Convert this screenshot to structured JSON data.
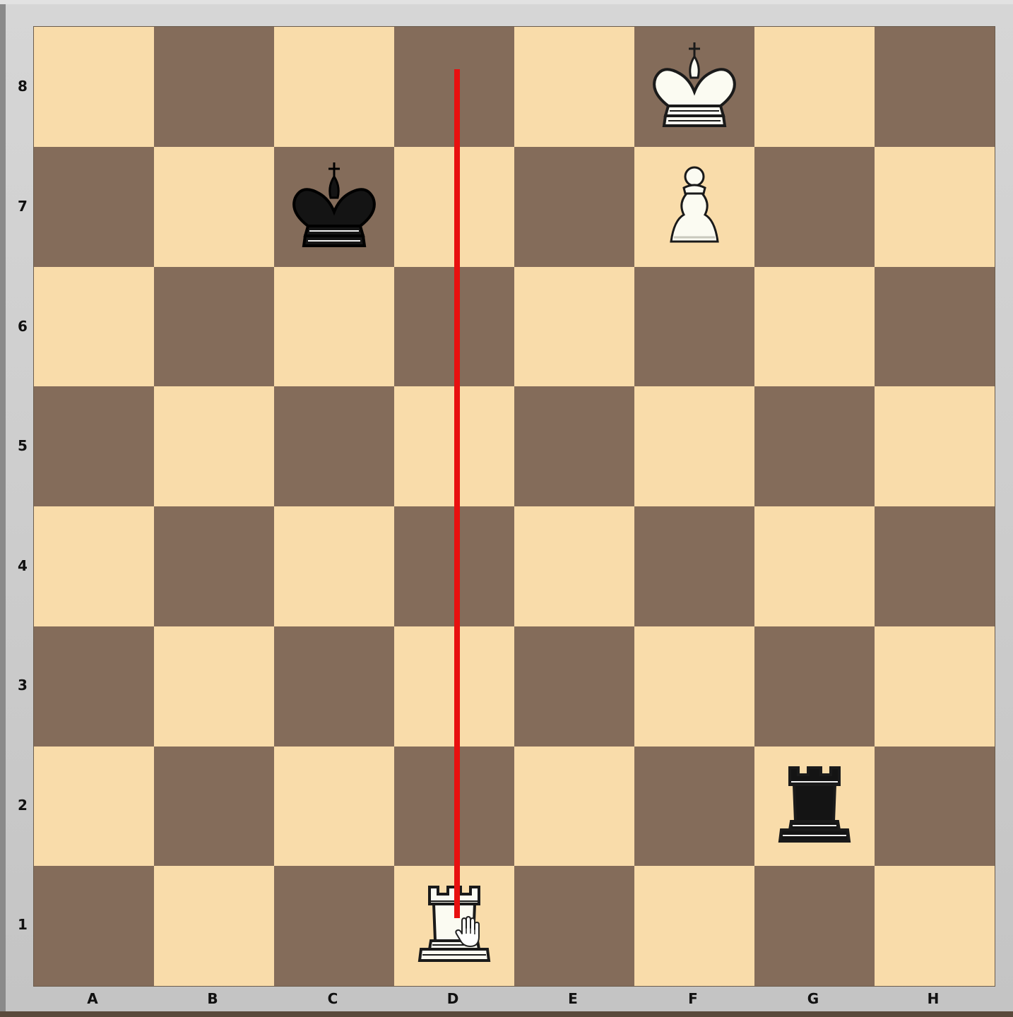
{
  "board": {
    "files": [
      "A",
      "B",
      "C",
      "D",
      "E",
      "F",
      "G",
      "H"
    ],
    "ranks": [
      "8",
      "7",
      "6",
      "5",
      "4",
      "3",
      "2",
      "1"
    ],
    "colors": {
      "light": "#f9dcaa",
      "dark": "#846c5a",
      "arrow": "#e81010"
    }
  },
  "pieces": [
    {
      "square": "f8",
      "color": "white",
      "type": "king",
      "icon": "white-king-icon"
    },
    {
      "square": "f7",
      "color": "white",
      "type": "pawn",
      "icon": "white-pawn-icon"
    },
    {
      "square": "c7",
      "color": "black",
      "type": "king",
      "icon": "black-king-icon"
    },
    {
      "square": "g2",
      "color": "black",
      "type": "rook",
      "icon": "black-rook-icon"
    },
    {
      "square": "d1",
      "color": "white",
      "type": "rook",
      "icon": "white-rook-icon"
    }
  ],
  "arrows": [
    {
      "from": "d1",
      "to": "d8",
      "color": "#e81010"
    }
  ],
  "cursor": {
    "icon": "hand-cursor-icon",
    "square": "d1"
  }
}
